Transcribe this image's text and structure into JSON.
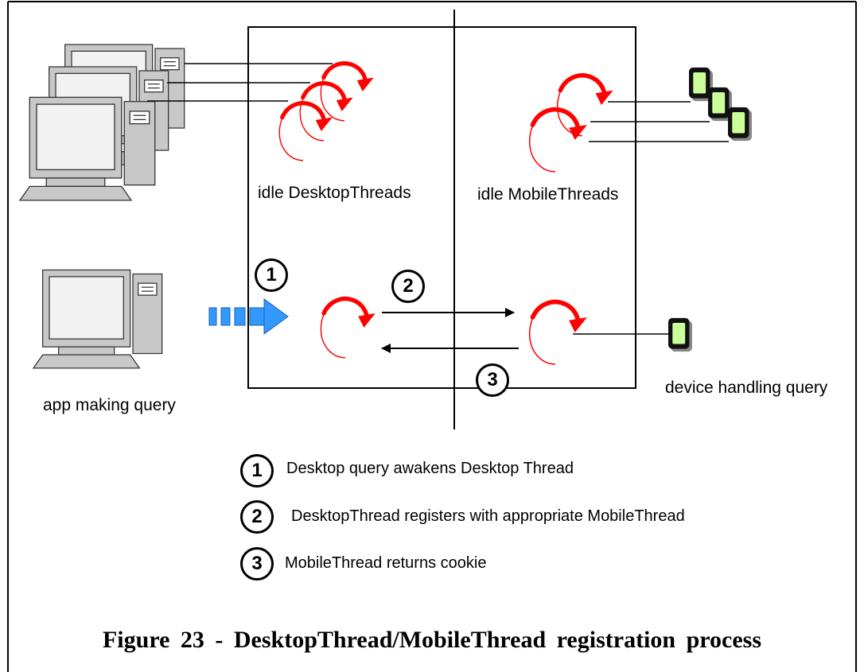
{
  "labels": {
    "idle_desktop": "idle DesktopThreads",
    "idle_mobile": "idle MobileThreads",
    "app_making_query": "app making query",
    "device_handling_query": "device handling query"
  },
  "steps": [
    {
      "number": "1",
      "text": "Desktop query awakens Desktop Thread"
    },
    {
      "number": "2",
      "text": "DesktopThread registers with appropriate MobileThread"
    },
    {
      "number": "3",
      "text": "MobileThread returns cookie"
    }
  ],
  "caption": "Figure 23 - DesktopThread/MobileThread registration process",
  "colors": {
    "thread": "#ff0000",
    "query_arrow": "#3399ff",
    "device": "#ccff99",
    "computer": "#c8c8c8"
  },
  "icons": {
    "computer": "desktop-computer-icon",
    "device": "mobile-device-icon",
    "thread": "thread-spiral-icon"
  }
}
